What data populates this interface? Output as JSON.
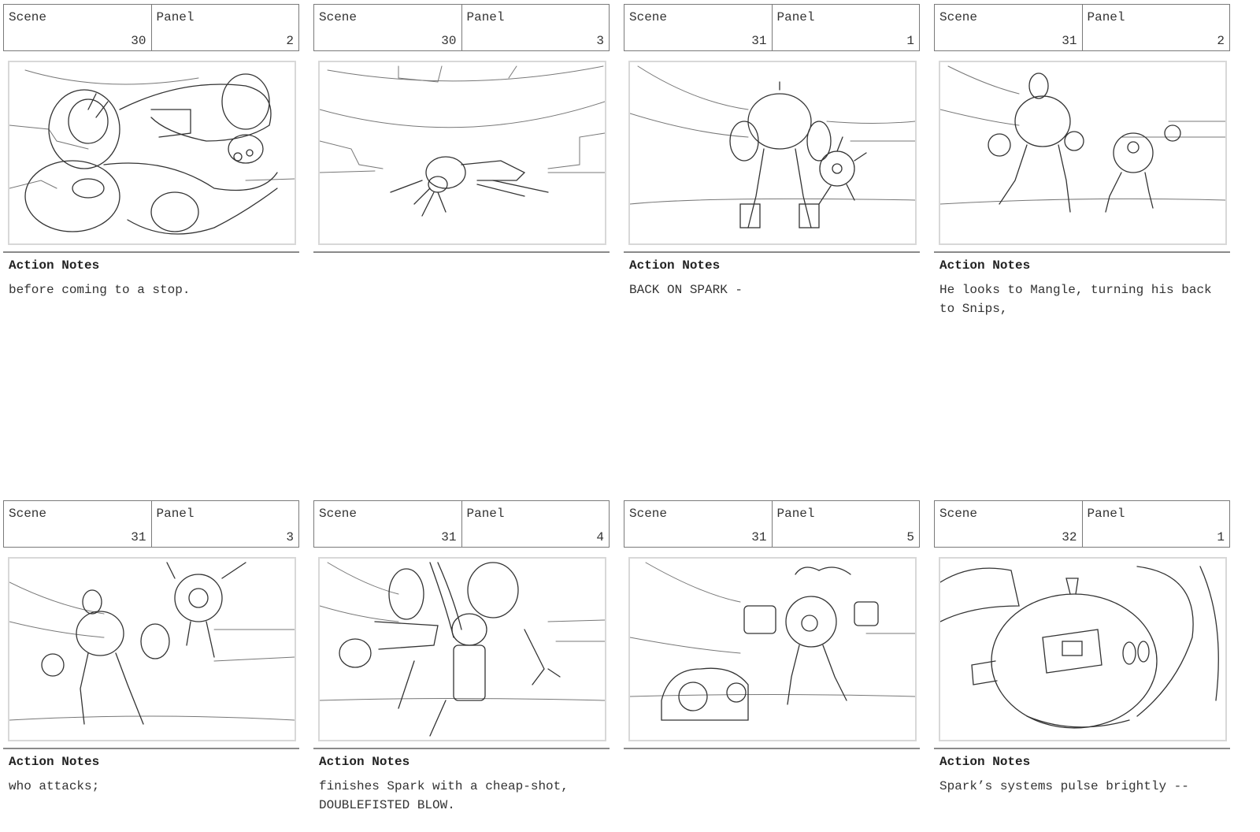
{
  "labels": {
    "scene": "Scene",
    "panel": "Panel",
    "action_notes": "Action Notes"
  },
  "panels": [
    {
      "scene": "30",
      "panel": "2",
      "has_notes": true,
      "notes": "before coming to a stop.",
      "sketch": "robot-sliding-closeup"
    },
    {
      "scene": "30",
      "panel": "3",
      "has_notes": false,
      "notes": "",
      "sketch": "robot-lying-on-floor-wide"
    },
    {
      "scene": "31",
      "panel": "1",
      "has_notes": true,
      "notes": "BACK ON SPARK -",
      "sketch": "big-robot-back-view-small-robot"
    },
    {
      "scene": "31",
      "panel": "2",
      "has_notes": true,
      "notes": "He looks to Mangle, turning his back\nto Snips,",
      "sketch": "two-robots-facing"
    },
    {
      "scene": "31",
      "panel": "3",
      "has_notes": true,
      "notes": "who attacks;",
      "sketch": "robot-attacked-from-behind"
    },
    {
      "scene": "31",
      "panel": "4",
      "has_notes": true,
      "notes": "finishes Spark with a cheap-shot,\nDOUBLEFISTED BLOW.",
      "sketch": "doublefisted-blow"
    },
    {
      "scene": "31",
      "panel": "5",
      "has_notes": false,
      "notes": "",
      "sketch": "robot-down-opponent-standing"
    },
    {
      "scene": "32",
      "panel": "1",
      "has_notes": true,
      "notes": "Spark’s systems pulse brightly --",
      "sketch": "robot-head-closeup"
    }
  ],
  "colors": {
    "border": "#7a7a7a",
    "frame_border": "#d8d8d8",
    "separator": "#8a8a8a",
    "text": "#222222"
  }
}
